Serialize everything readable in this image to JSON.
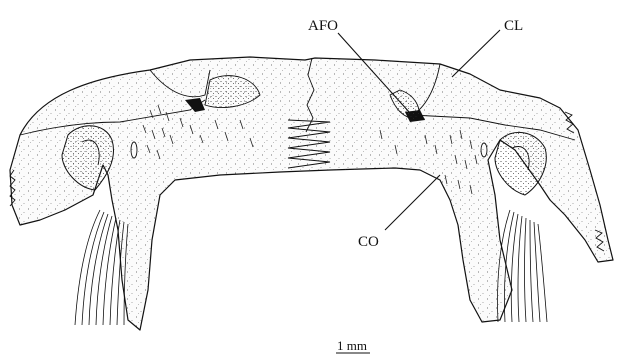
{
  "labels": {
    "afo": "AFO",
    "cl": "CL",
    "co": "CO"
  },
  "scale_bar": {
    "text": "1 mm"
  }
}
